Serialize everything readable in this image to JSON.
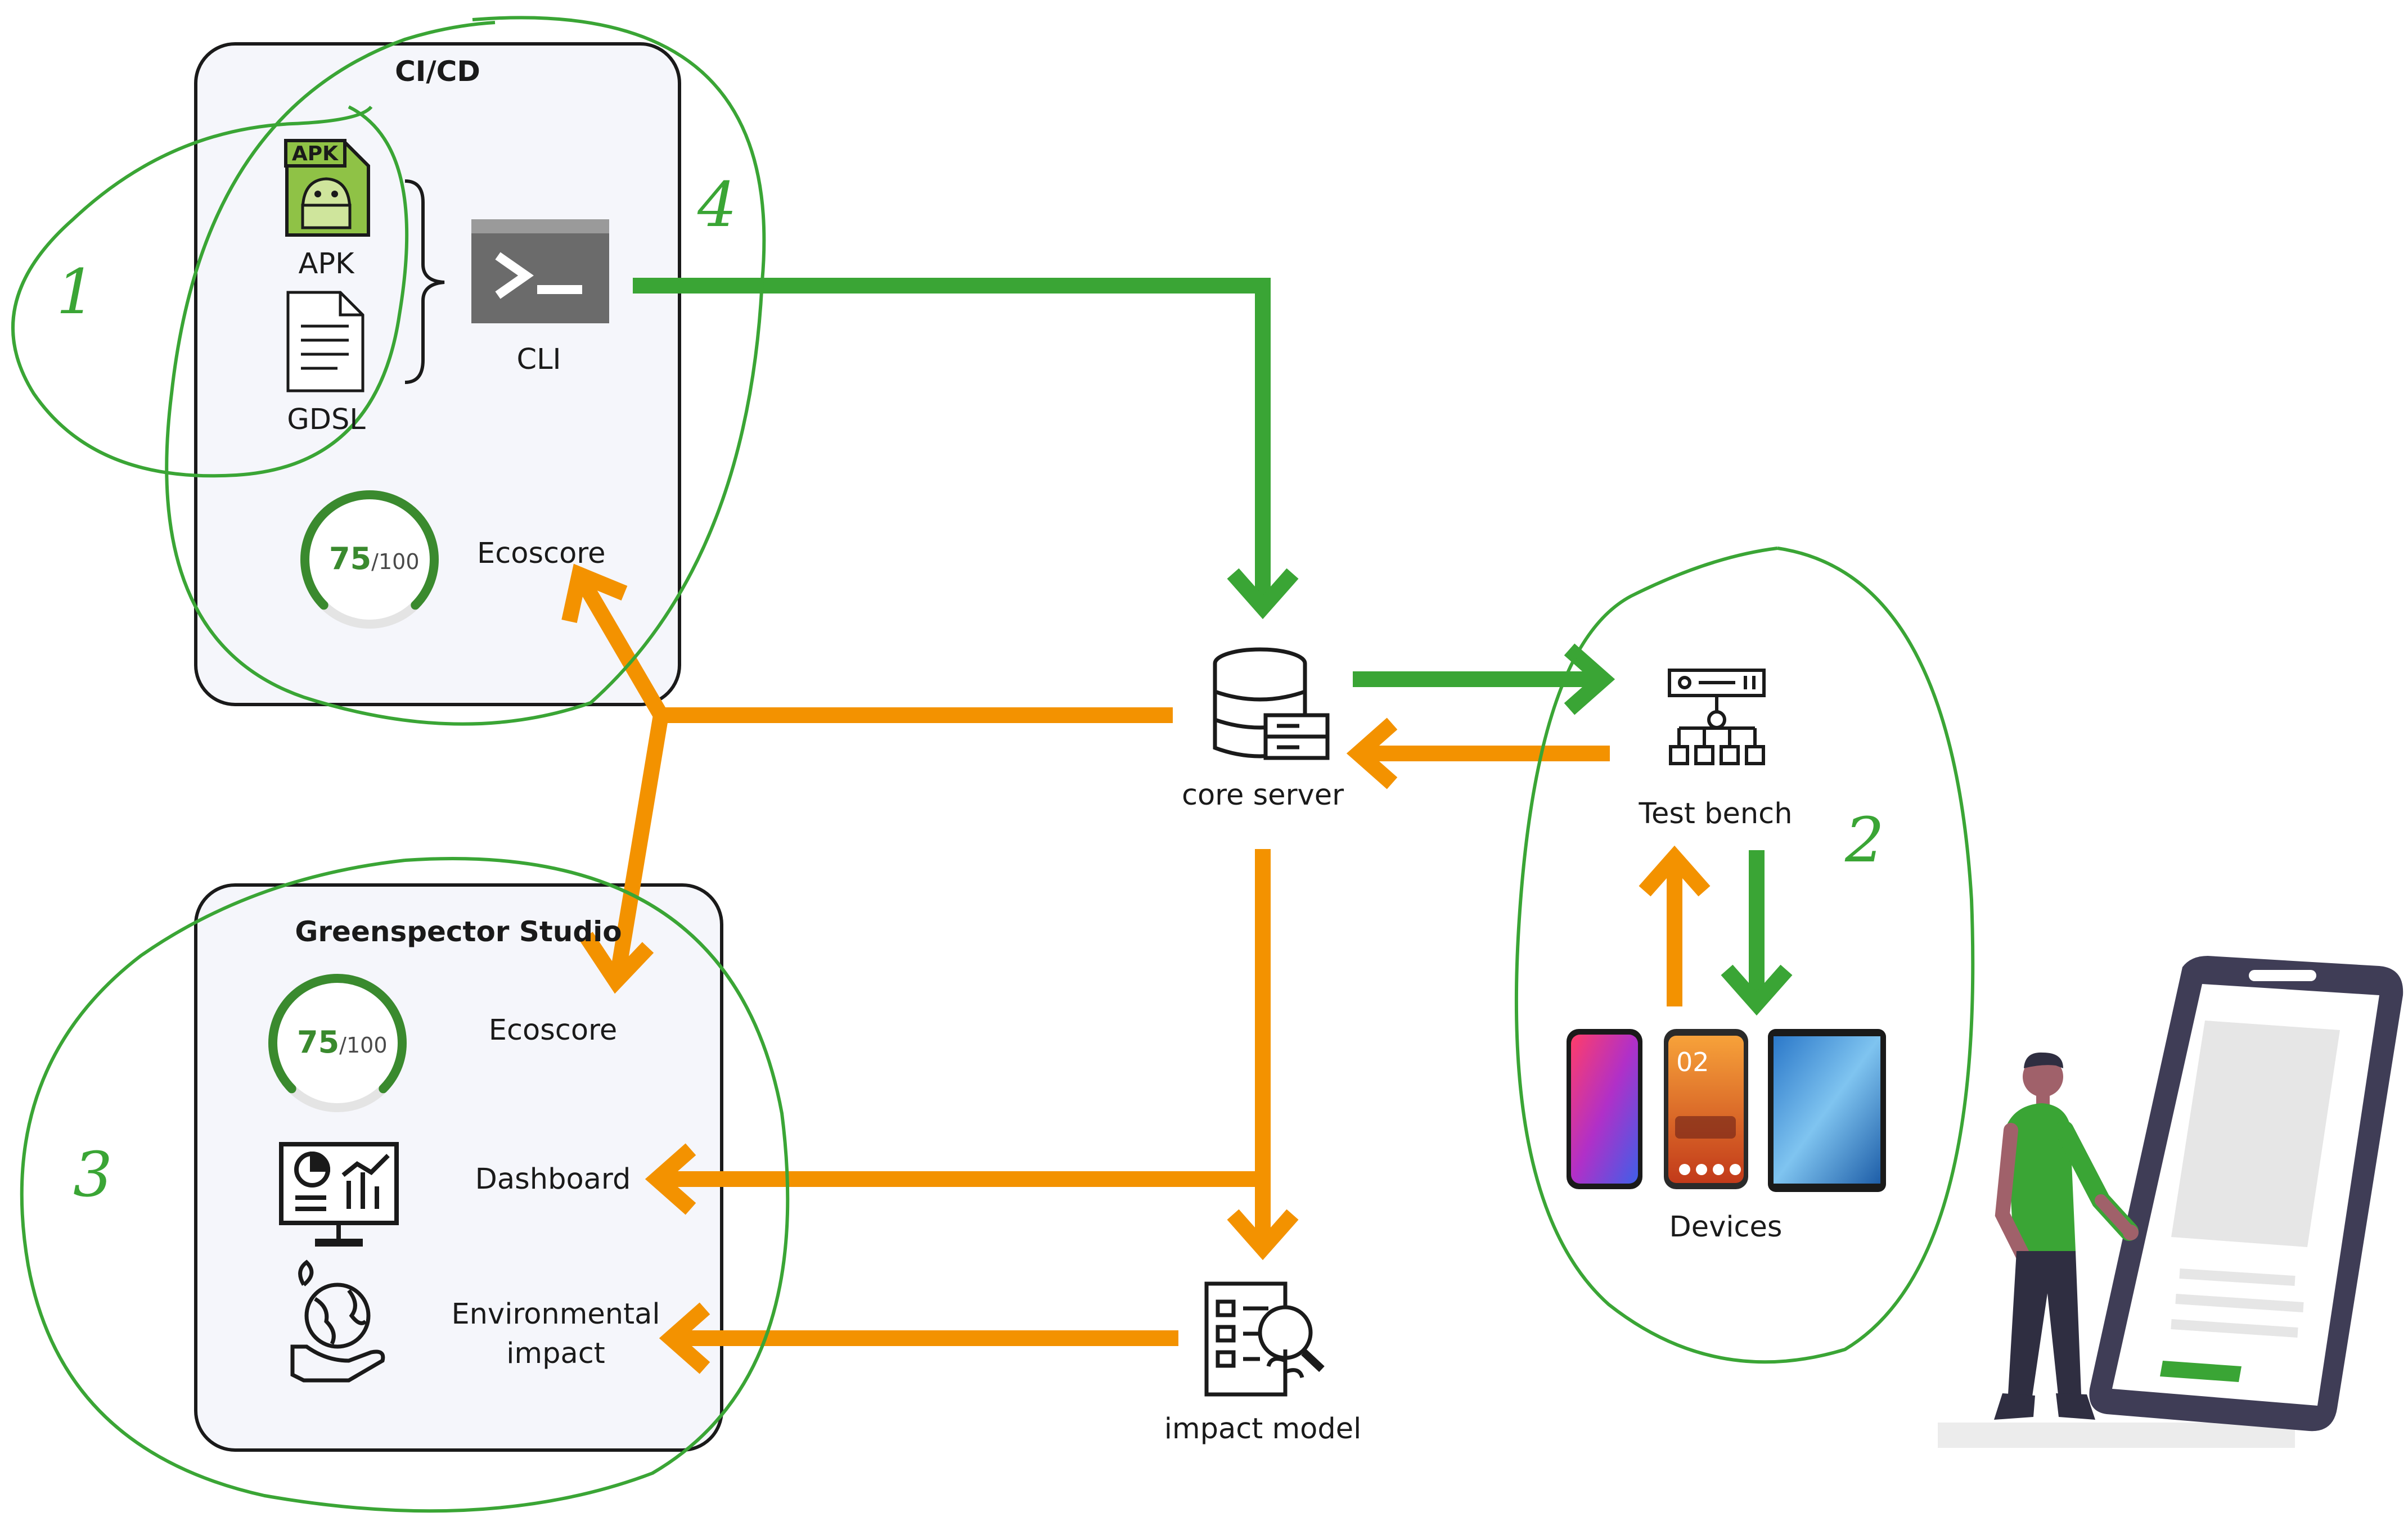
{
  "colors": {
    "green": "#3aa535",
    "orange": "#f39200",
    "box_fill": "#f5f6fb",
    "box_stroke": "#1a1a1a",
    "annotation": "#3aa535"
  },
  "cicd": {
    "title": "CI/CD",
    "apk_label": "APK",
    "apk_icon_text": "APK",
    "gdsl_label": "GDSL",
    "cli_label": "CLI",
    "score_value": "75",
    "score_total": "/100",
    "score_fraction": 0.75,
    "ecoscore_label": "Ecoscore"
  },
  "studio": {
    "title": "Greenspector Studio",
    "score_value": "75",
    "score_total": "/100",
    "score_fraction": 0.75,
    "ecoscore_label": "Ecoscore",
    "dashboard_label": "Dashboard",
    "impact_label_line1": "Environmental",
    "impact_label_line2": "impact"
  },
  "core_server_label": "core server",
  "impact_model_label": "impact model",
  "test_bench_label": "Test bench",
  "devices_label": "Devices",
  "phone_clock": "02",
  "annotations": [
    "1",
    "2",
    "3",
    "4"
  ],
  "icons": [
    "android-apk-icon",
    "document-icon",
    "terminal-icon",
    "database-server-icon",
    "network-tree-icon",
    "smartphone-icon",
    "tablet-icon",
    "dashboard-monitor-icon",
    "globe-plant-hand-icon",
    "checklist-magnifier-icon",
    "person-with-phone-illustration"
  ]
}
